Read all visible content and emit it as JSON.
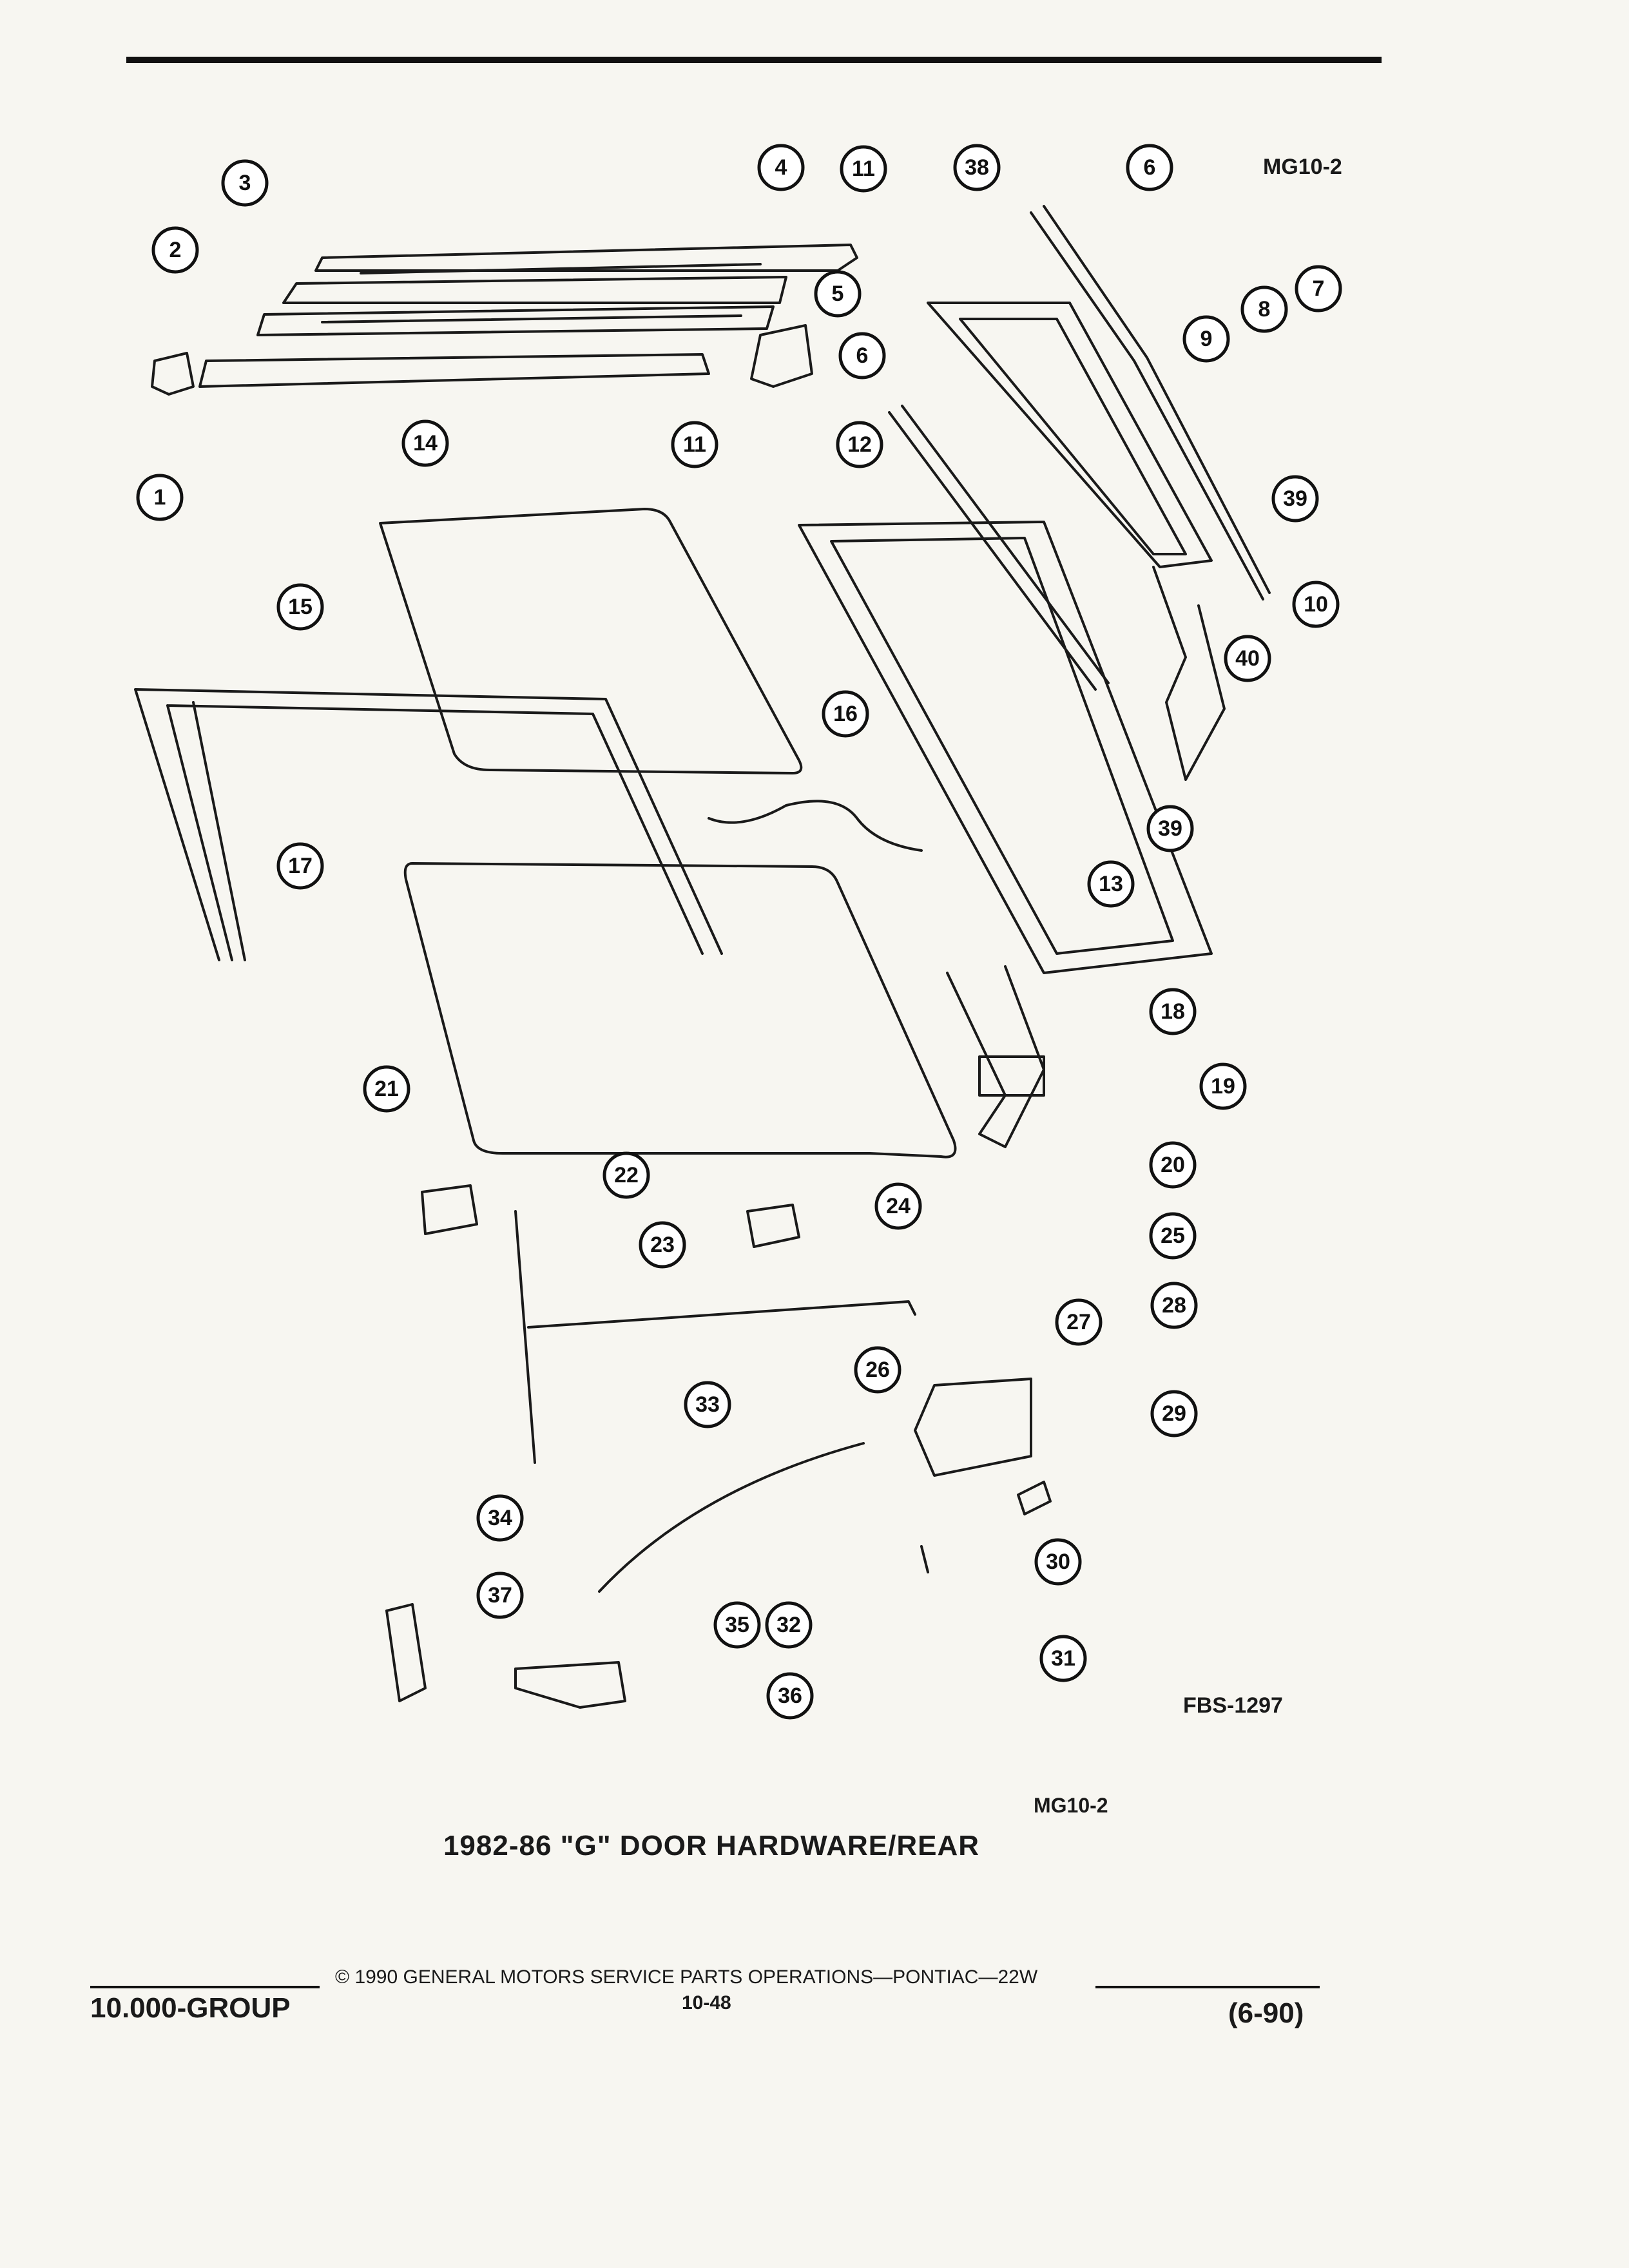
{
  "figure": {
    "code": "MG10-2",
    "ref": "FBS-1297",
    "title": "1982-86 \"G\" DOOR HARDWARE/REAR"
  },
  "footer": {
    "group": "10.000-GROUP",
    "copyright": "© 1990 GENERAL MOTORS SERVICE PARTS OPERATIONS—PONTIAC—22W",
    "page": "10-48",
    "date": "(6-90)"
  },
  "callouts": [
    "1",
    "2",
    "3",
    "4",
    "5",
    "6",
    "6",
    "7",
    "8",
    "9",
    "10",
    "11",
    "11",
    "12",
    "13",
    "14",
    "15",
    "16",
    "17",
    "18",
    "19",
    "20",
    "21",
    "22",
    "23",
    "24",
    "25",
    "26",
    "27",
    "28",
    "29",
    "30",
    "31",
    "32",
    "33",
    "34",
    "35",
    "36",
    "37",
    "38",
    "39",
    "39",
    "40"
  ]
}
